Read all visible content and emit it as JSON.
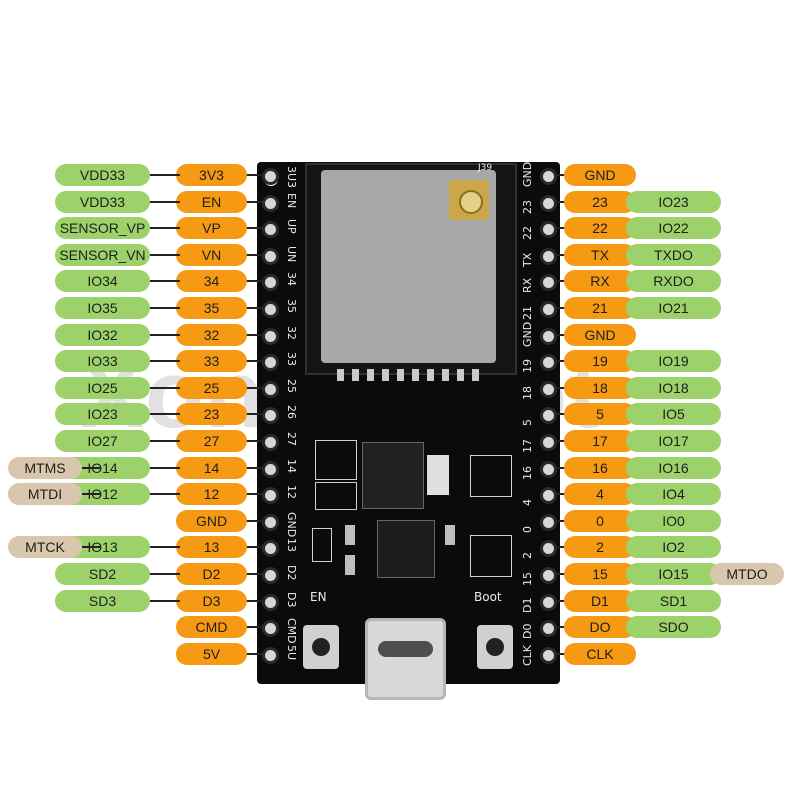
{
  "watermark": "XoneRobot",
  "board": {
    "en_button_label": "EN",
    "boot_button_label": "Boot",
    "module_marking": "J39"
  },
  "left_silk": [
    "3U3",
    "EN",
    "UP",
    "UN",
    "34",
    "35",
    "32",
    "33",
    "25",
    "26",
    "27",
    "14",
    "12",
    "GND",
    "13",
    "D2",
    "D3",
    "CMD",
    "5U"
  ],
  "right_silk": [
    "GND",
    "23",
    "22",
    "TX",
    "RX",
    "21",
    "GND",
    "19",
    "18",
    "5",
    "17",
    "16",
    "4",
    "0",
    "2",
    "15",
    "D1",
    "D0",
    "CLK"
  ],
  "left_pins": [
    {
      "pin": "3V3",
      "func": "VDD33",
      "extra": ""
    },
    {
      "pin": "EN",
      "func": "VDD33",
      "extra": ""
    },
    {
      "pin": "VP",
      "func": "SENSOR_VP",
      "extra": ""
    },
    {
      "pin": "VN",
      "func": "SENSOR_VN",
      "extra": ""
    },
    {
      "pin": "34",
      "func": "IO34",
      "extra": ""
    },
    {
      "pin": "35",
      "func": "IO35",
      "extra": ""
    },
    {
      "pin": "32",
      "func": "IO32",
      "extra": ""
    },
    {
      "pin": "33",
      "func": "IO33",
      "extra": ""
    },
    {
      "pin": "25",
      "func": "IO25",
      "extra": ""
    },
    {
      "pin": "23",
      "func": "IO23",
      "extra": ""
    },
    {
      "pin": "27",
      "func": "IO27",
      "extra": ""
    },
    {
      "pin": "14",
      "func": "IO14",
      "extra": "MTMS"
    },
    {
      "pin": "12",
      "func": "IO12",
      "extra": "MTDI"
    },
    {
      "pin": "GND",
      "func": "",
      "extra": ""
    },
    {
      "pin": "13",
      "func": "IO13",
      "extra": "MTCK"
    },
    {
      "pin": "D2",
      "func": "SD2",
      "extra": ""
    },
    {
      "pin": "D3",
      "func": "SD3",
      "extra": ""
    },
    {
      "pin": "CMD",
      "func": "",
      "extra": ""
    },
    {
      "pin": "5V",
      "func": "",
      "extra": ""
    }
  ],
  "right_pins": [
    {
      "pin": "GND",
      "func": "",
      "extra": ""
    },
    {
      "pin": "23",
      "func": "IO23",
      "extra": ""
    },
    {
      "pin": "22",
      "func": "IO22",
      "extra": ""
    },
    {
      "pin": "TX",
      "func": "TXDO",
      "extra": ""
    },
    {
      "pin": "RX",
      "func": "RXDO",
      "extra": ""
    },
    {
      "pin": "21",
      "func": "IO21",
      "extra": ""
    },
    {
      "pin": "GND",
      "func": "",
      "extra": ""
    },
    {
      "pin": "19",
      "func": "IO19",
      "extra": ""
    },
    {
      "pin": "18",
      "func": "IO18",
      "extra": ""
    },
    {
      "pin": "5",
      "func": "IO5",
      "extra": ""
    },
    {
      "pin": "17",
      "func": "IO17",
      "extra": ""
    },
    {
      "pin": "16",
      "func": "IO16",
      "extra": ""
    },
    {
      "pin": "4",
      "func": "IO4",
      "extra": ""
    },
    {
      "pin": "0",
      "func": "IO0",
      "extra": ""
    },
    {
      "pin": "2",
      "func": "IO2",
      "extra": ""
    },
    {
      "pin": "15",
      "func": "IO15",
      "extra": "MTDO"
    },
    {
      "pin": "D1",
      "func": "SD1",
      "extra": ""
    },
    {
      "pin": "DO",
      "func": "SDO",
      "extra": ""
    },
    {
      "pin": "CLK",
      "func": "",
      "extra": ""
    }
  ],
  "colors": {
    "pin_label": "#f59a12",
    "function_label": "#9dd26a",
    "jtag_label": "#d9c7ad",
    "board": "#0b0b0b"
  }
}
